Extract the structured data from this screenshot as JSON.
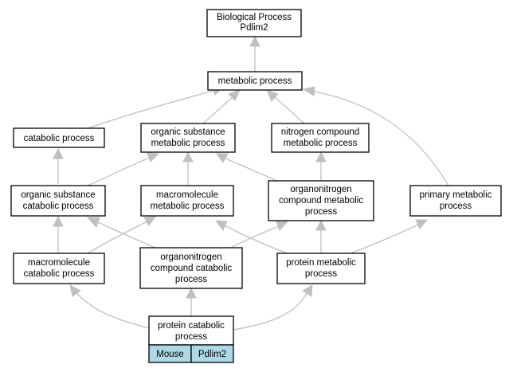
{
  "nodes": {
    "bp_pdlim2": [
      "Biological Process",
      "Pdlim2"
    ],
    "metabolic": [
      "metabolic process"
    ],
    "catabolic": [
      "catabolic process"
    ],
    "org_sub_metabolic": [
      "organic substance",
      "metabolic process"
    ],
    "nitrogen_metabolic": [
      "nitrogen compound",
      "metabolic process"
    ],
    "org_sub_catabolic": [
      "organic substance",
      "catabolic process"
    ],
    "macromolecule_metabolic": [
      "macromolecule",
      "metabolic process"
    ],
    "organonitrogen_metabolic": [
      "organonitrogen",
      "compound metabolic",
      "process"
    ],
    "primary_metabolic": [
      "primary metabolic",
      "process"
    ],
    "macromolecule_catabolic": [
      "macromolecule",
      "catabolic process"
    ],
    "organonitrogen_catabolic": [
      "organonitrogen",
      "compound catabolic",
      "process"
    ],
    "protein_metabolic": [
      "protein metabolic",
      "process"
    ],
    "protein_catabolic": [
      "protein catabolic",
      "process"
    ]
  },
  "annotation": {
    "species": "Mouse",
    "gene": "Pdlim2"
  },
  "colors": {
    "edge": "#c0c0c0",
    "annotation_fill": "#add8e6",
    "node_border": "#000000"
  }
}
